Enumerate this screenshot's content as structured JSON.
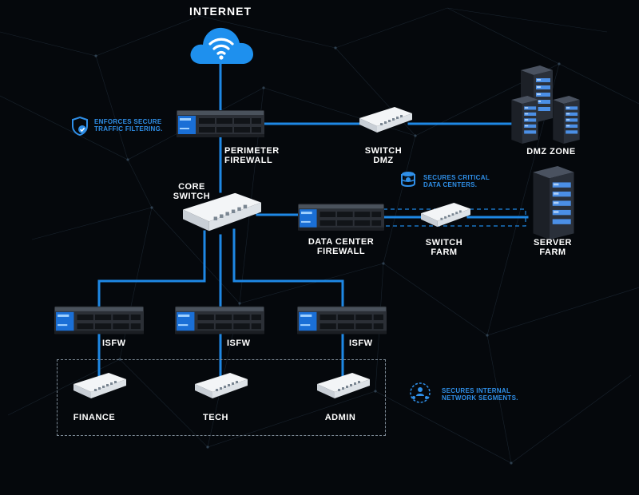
{
  "internet": {
    "label": "INTERNET"
  },
  "perimeter_firewall": {
    "label": "PERIMETER\nFIREWALL"
  },
  "switch_dmz": {
    "label": "SWITCH\nDMZ"
  },
  "dmz_zone": {
    "label": "DMZ ZONE"
  },
  "core_switch": {
    "label": "CORE\nSWITCH"
  },
  "data_center_firewall": {
    "label": "DATA CENTER\nFIREWALL"
  },
  "switch_farm": {
    "label": "SWITCH\nFARM"
  },
  "server_farm": {
    "label": "SERVER\nFARM"
  },
  "isfw": [
    {
      "label": "ISFW"
    },
    {
      "label": "ISFW"
    },
    {
      "label": "ISFW"
    }
  ],
  "segments": [
    {
      "label": "FINANCE"
    },
    {
      "label": "TECH"
    },
    {
      "label": "ADMIN"
    }
  ],
  "notes": {
    "filtering": "ENFORCES SECURE\nTRAFFIC FILTERING.",
    "data_centers": "SECURES CRITICAL\nDATA CENTERS.",
    "internal": "SECURES INTERNAL\nNETWORK SEGMENTS."
  },
  "colors": {
    "link": "#1e88e5",
    "accent": "#2f8fe8",
    "background": "#05080c"
  }
}
